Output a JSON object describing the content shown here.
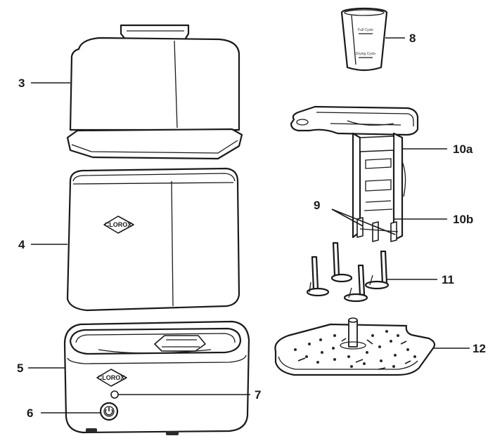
{
  "callouts": {
    "c3": "3",
    "c4": "4",
    "c5": "5",
    "c6": "6",
    "c7": "7",
    "c8": "8",
    "c9": "9",
    "c10a": "10a",
    "c10b": "10b",
    "c11": "11",
    "c12": "12"
  },
  "logos": {
    "middle_shell": "CLOROX",
    "base": "CLOROX"
  },
  "measuring_cup": {
    "line1": "Full Cycle",
    "line2": "Drying Cycle"
  }
}
